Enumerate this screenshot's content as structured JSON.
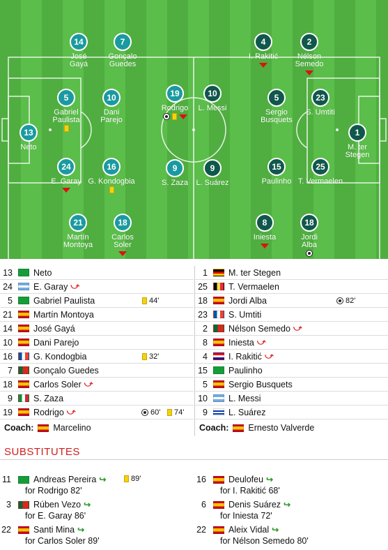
{
  "pitch": {
    "home": [
      {
        "num": "14",
        "name": "José\nGayá",
        "icons": []
      },
      {
        "num": "7",
        "name": "Gonçalo\nGuedes",
        "icons": []
      },
      {
        "num": "5",
        "name": "Gabriel\nPaulista",
        "icons": [
          "yellow"
        ]
      },
      {
        "num": "10",
        "name": "Dani\nParejo",
        "icons": []
      },
      {
        "num": "19",
        "name": "Rodrigo",
        "icons": [
          "ball",
          "yellow",
          "sub-out"
        ]
      },
      {
        "num": "13",
        "name": "Neto",
        "icons": []
      },
      {
        "num": "24",
        "name": "E. Garay",
        "icons": [
          "sub-out"
        ]
      },
      {
        "num": "16",
        "name": "G. Kondogbia",
        "icons": [
          "yellow"
        ]
      },
      {
        "num": "9",
        "name": "S. Zaza",
        "icons": []
      },
      {
        "num": "21",
        "name": "Martín\nMontoya",
        "icons": []
      },
      {
        "num": "18",
        "name": "Carlos\nSoler",
        "icons": [
          "sub-out"
        ]
      }
    ],
    "away": [
      {
        "num": "4",
        "name": "I. Rakitić",
        "icons": [
          "sub-out"
        ]
      },
      {
        "num": "2",
        "name": "Nélson\nSemedo",
        "icons": [
          "sub-out"
        ]
      },
      {
        "num": "10",
        "name": "L. Messi",
        "icons": []
      },
      {
        "num": "5",
        "name": "Sergio\nBusquets",
        "icons": []
      },
      {
        "num": "23",
        "name": "S. Umtiti",
        "icons": []
      },
      {
        "num": "1",
        "name": "M. ter\nStegen",
        "icons": []
      },
      {
        "num": "9",
        "name": "L. Suárez",
        "icons": []
      },
      {
        "num": "15",
        "name": "Paulinho",
        "icons": []
      },
      {
        "num": "25",
        "name": "T. Vermaelen",
        "icons": []
      },
      {
        "num": "8",
        "name": "Iniesta",
        "icons": [
          "sub-out"
        ]
      },
      {
        "num": "18",
        "name": "Jordi\nAlba",
        "icons": [
          "ball"
        ]
      }
    ]
  },
  "home_lineup": [
    {
      "num": "13",
      "flag": "br",
      "name": "Neto"
    },
    {
      "num": "24",
      "flag": "ar",
      "name": "E. Garay",
      "out": true
    },
    {
      "num": "5",
      "flag": "br",
      "name": "Gabriel Paulista",
      "card": "44'"
    },
    {
      "num": "21",
      "flag": "es",
      "name": "Martín Montoya"
    },
    {
      "num": "14",
      "flag": "es",
      "name": "José Gayá"
    },
    {
      "num": "10",
      "flag": "es",
      "name": "Dani Parejo"
    },
    {
      "num": "16",
      "flag": "fr",
      "name": "G. Kondogbia",
      "card": "32'"
    },
    {
      "num": "7",
      "flag": "pt",
      "name": "Gonçalo Guedes"
    },
    {
      "num": "18",
      "flag": "es",
      "name": "Carlos Soler",
      "out": true
    },
    {
      "num": "9",
      "flag": "it",
      "name": "S. Zaza"
    },
    {
      "num": "19",
      "flag": "es",
      "name": "Rodrigo",
      "out": true,
      "goal": "60'",
      "card": "74'"
    }
  ],
  "away_lineup": [
    {
      "num": "1",
      "flag": "de",
      "name": "M. ter Stegen"
    },
    {
      "num": "25",
      "flag": "be",
      "name": "T. Vermaelen"
    },
    {
      "num": "18",
      "flag": "es",
      "name": "Jordi Alba",
      "goal": "82'"
    },
    {
      "num": "23",
      "flag": "fr",
      "name": "S. Umtiti"
    },
    {
      "num": "2",
      "flag": "pt",
      "name": "Nélson Semedo",
      "out": true
    },
    {
      "num": "8",
      "flag": "es",
      "name": "Iniesta",
      "out": true
    },
    {
      "num": "4",
      "flag": "hr",
      "name": "I. Rakitić",
      "out": true
    },
    {
      "num": "15",
      "flag": "br",
      "name": "Paulinho"
    },
    {
      "num": "5",
      "flag": "es",
      "name": "Sergio Busquets"
    },
    {
      "num": "10",
      "flag": "ar",
      "name": "L. Messi"
    },
    {
      "num": "9",
      "flag": "uy",
      "name": "L. Suárez"
    }
  ],
  "coach_label": "Coach:",
  "home_coach": {
    "flag": "es",
    "name": "Marcelino"
  },
  "away_coach": {
    "flag": "es",
    "name": "Ernesto Valverde"
  },
  "subs_title": "SUBSTITUTES",
  "home_subs": [
    {
      "num": "11",
      "flag": "br",
      "name": "Andreas Pereira",
      "detail": "for Rodrigo 82'",
      "card": "89'"
    },
    {
      "num": "3",
      "flag": "pt",
      "name": "Rúben Vezo",
      "detail": "for E. Garay 86'"
    },
    {
      "num": "22",
      "flag": "es",
      "name": "Santi Mina",
      "detail": "for Carlos Soler 89'"
    }
  ],
  "away_subs": [
    {
      "num": "16",
      "flag": "es",
      "name": "Deulofeu",
      "detail": "for I. Rakitić 68'"
    },
    {
      "num": "6",
      "flag": "es",
      "name": "Denis Suárez",
      "detail": "for Iniesta 72'"
    },
    {
      "num": "22",
      "flag": "es",
      "name": "Aleix Vidal",
      "detail": "for Nélson Semedo 80'"
    }
  ]
}
